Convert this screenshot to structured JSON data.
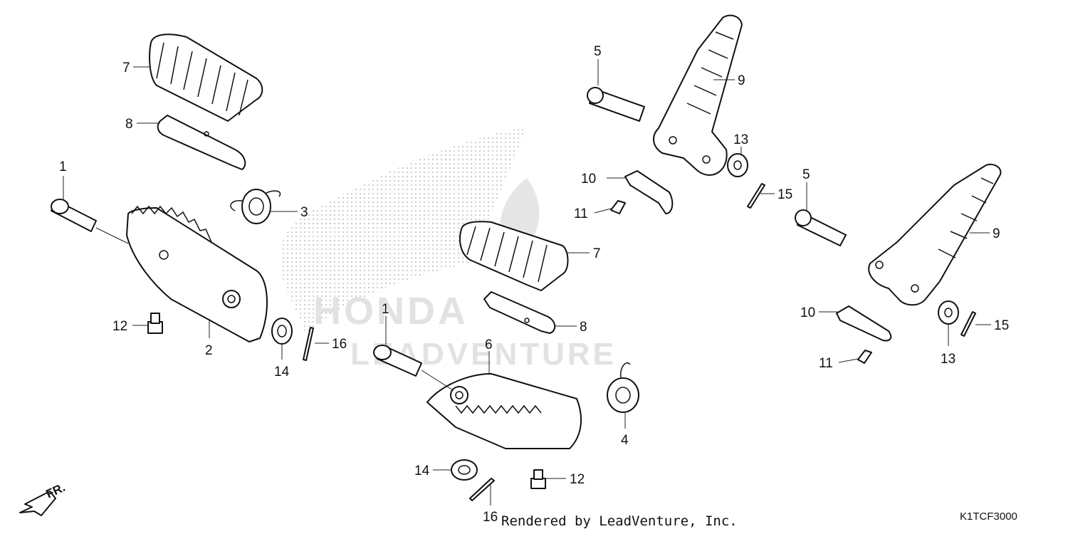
{
  "watermark": {
    "text": "LEADVENTURE",
    "brand_text": "HONDA"
  },
  "credit": "Rendered by LeadVenture, Inc.",
  "diagram_code": "K1TCF3000",
  "direction_label": "FR.",
  "callouts": [
    {
      "id": "c7a",
      "text": "7"
    },
    {
      "id": "c8a",
      "text": "8"
    },
    {
      "id": "c1a",
      "text": "1"
    },
    {
      "id": "c3",
      "text": "3"
    },
    {
      "id": "c12a",
      "text": "12"
    },
    {
      "id": "c2",
      "text": "2"
    },
    {
      "id": "c14a",
      "text": "14"
    },
    {
      "id": "c16a",
      "text": "16"
    },
    {
      "id": "c1b",
      "text": "1"
    },
    {
      "id": "c6",
      "text": "6"
    },
    {
      "id": "c7b",
      "text": "7"
    },
    {
      "id": "c8b",
      "text": "8"
    },
    {
      "id": "c4",
      "text": "4"
    },
    {
      "id": "c14b",
      "text": "14"
    },
    {
      "id": "c12b",
      "text": "12"
    },
    {
      "id": "c16b",
      "text": "16"
    },
    {
      "id": "c5a",
      "text": "5"
    },
    {
      "id": "c9a",
      "text": "9"
    },
    {
      "id": "c13a",
      "text": "13"
    },
    {
      "id": "c10a",
      "text": "10"
    },
    {
      "id": "c11a",
      "text": "11"
    },
    {
      "id": "c15a",
      "text": "15"
    },
    {
      "id": "c5b",
      "text": "5"
    },
    {
      "id": "c9b",
      "text": "9"
    },
    {
      "id": "c10b",
      "text": "10"
    },
    {
      "id": "c13b",
      "text": "13"
    },
    {
      "id": "c15b",
      "text": "15"
    },
    {
      "id": "c11b",
      "text": "11"
    }
  ]
}
